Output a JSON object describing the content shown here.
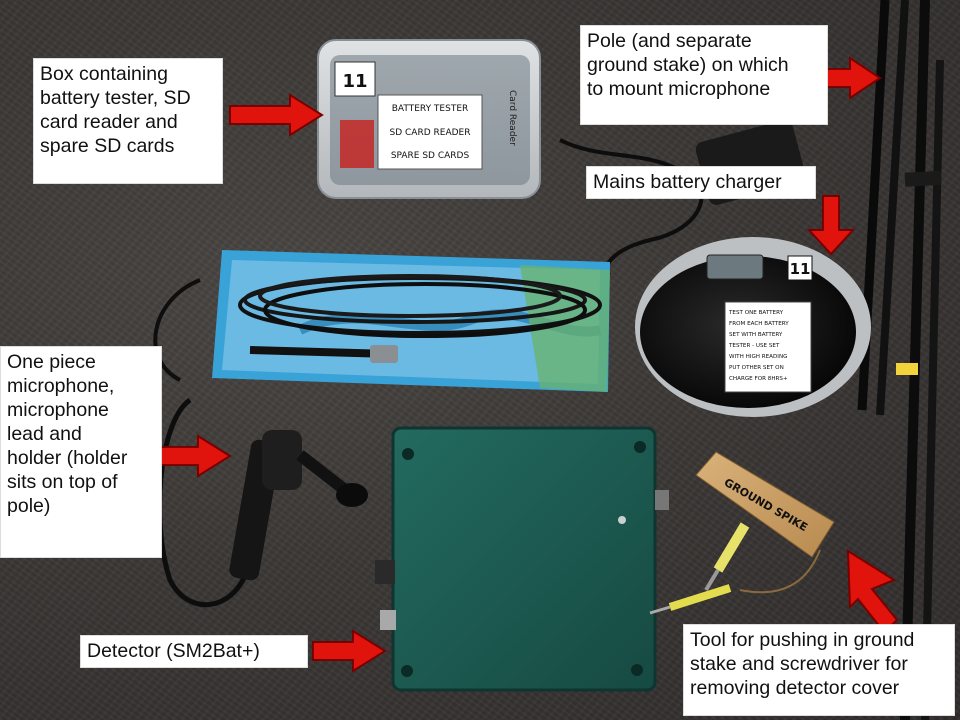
{
  "callouts": {
    "box": {
      "lines": [
        "Box containing",
        "battery tester, SD",
        "card reader and",
        "spare SD cards"
      ]
    },
    "pole": {
      "lines": [
        "Pole (and separate",
        "ground stake) on which",
        "to mount microphone"
      ]
    },
    "charger": {
      "lines": [
        "Mains battery charger"
      ]
    },
    "microphone": {
      "lines": [
        "One piece",
        "microphone,",
        "microphone",
        "lead and",
        "holder (holder",
        "sits on top of",
        "pole)"
      ]
    },
    "detector": {
      "lines": [
        "Detector (SM2Bat+)"
      ]
    },
    "tool": {
      "lines": [
        "Tool for pushing in ground",
        "stake and screwdriver for",
        "removing detector cover"
      ]
    }
  },
  "box_labels": [
    "11",
    "BATTERY TESTER",
    "SD CARD READER",
    "SPARE SD CARDS",
    "Card Reader"
  ],
  "charger_number": "11",
  "charger_note": [
    "TEST ONE BATTERY",
    "FROM EACH BATTERY",
    "SET WITH BATTERY",
    "TESTER - USE SET",
    "WITH HIGH READING",
    "PUT OTHER SET ON",
    "CHARGE FOR 8HRS+"
  ],
  "stake_label": "GROUND SPIKE",
  "colors": {
    "arrow": "#e0140c",
    "arrow_outline": "#7a0000",
    "detector": "#1d5a50",
    "callout_bg": "#ffffff"
  }
}
